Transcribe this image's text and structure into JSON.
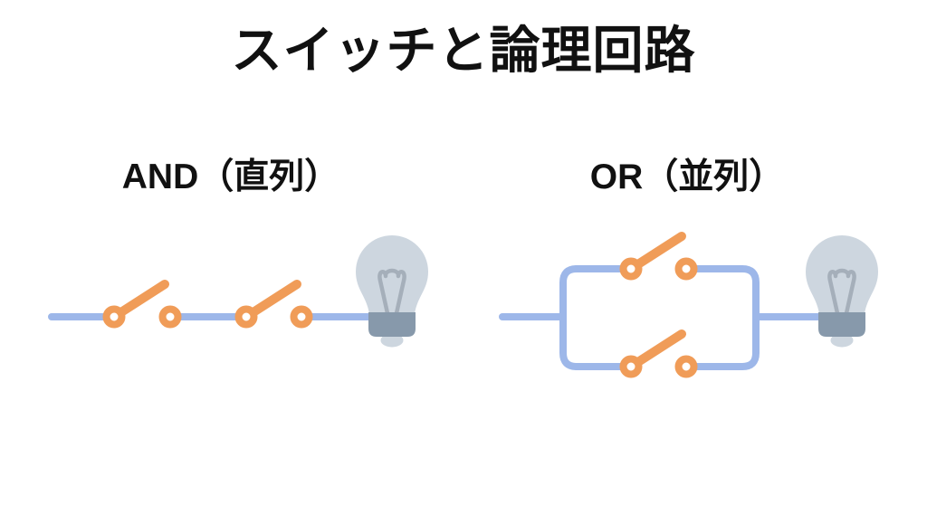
{
  "title": "スイッチと論理回路",
  "diagrams": {
    "and": {
      "label": "AND（直列）",
      "topology": "series",
      "switch_count": 2,
      "switch_state": "open",
      "components": [
        "wire",
        "switch-icon",
        "switch-icon",
        "light-bulb-icon"
      ]
    },
    "or": {
      "label": "OR（並列）",
      "topology": "parallel",
      "switch_count": 2,
      "switch_state": "open",
      "components": [
        "wire",
        "parallel-loop",
        "switch-icon",
        "switch-icon",
        "light-bulb-icon"
      ]
    }
  },
  "colors": {
    "wire": "#9db7e9",
    "switch": "#f09c58",
    "bulb_body": "#cdd6df",
    "bulb_base": "#8799ab",
    "bulb_filament": "#a5afba",
    "text": "#111111",
    "background": "#ffffff"
  }
}
